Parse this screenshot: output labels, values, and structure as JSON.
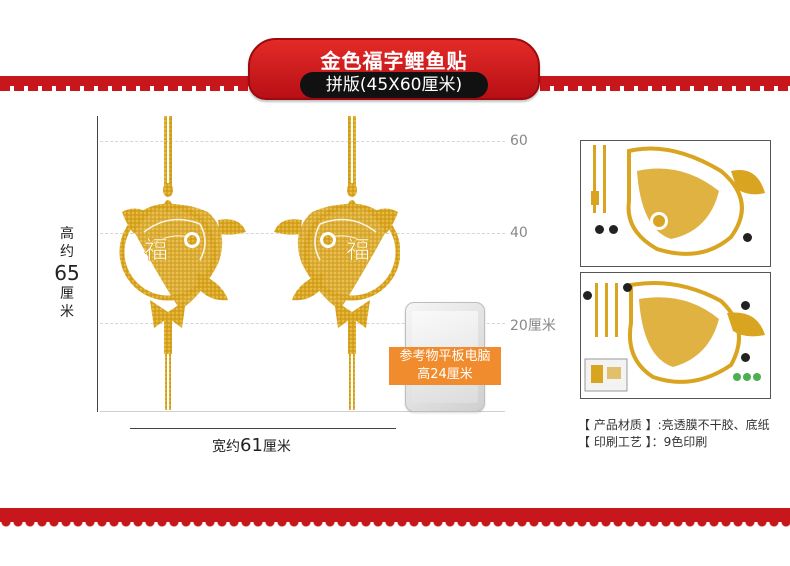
{
  "banner": {
    "title": "金色福字鲤鱼贴",
    "subtitle": "拼版(45X60厘米)"
  },
  "grid": {
    "labels": [
      "60",
      "40",
      "20厘米"
    ]
  },
  "height": {
    "prefix": "高约",
    "value": "65",
    "unit": "厘米"
  },
  "width": {
    "prefix": "宽约",
    "value": "61",
    "unit": "厘米"
  },
  "fish_char": "福",
  "tablet": {
    "line1": "参考物平板电脑",
    "line2": "高24厘米"
  },
  "specs": [
    "【 产品材质 】:亮透膜不干胶、底纸",
    "【 印刷工艺 】：9色印刷"
  ],
  "colors": {
    "gold": "#d9a521",
    "gold_light": "#f2cc55",
    "banner_red": "#c8161d",
    "tag_orange": "#f08c2e"
  }
}
